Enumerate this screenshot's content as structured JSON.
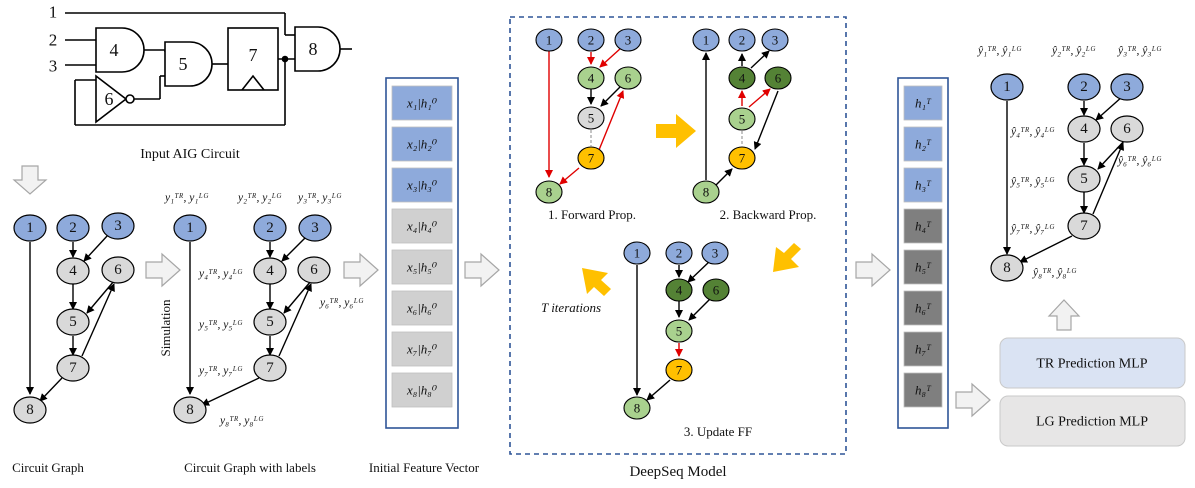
{
  "aig": {
    "inputs": [
      "1",
      "2",
      "3"
    ],
    "gates": [
      "4",
      "5",
      "6",
      "7",
      "8"
    ],
    "caption": "Input AIG Circuit"
  },
  "captions": {
    "circuit_graph": "Circuit Graph",
    "circuit_graph_labels": "Circuit Graph with labels",
    "initial_feature": "Initial Feature Vector",
    "deepseq_model": "DeepSeq Model",
    "simulation": "Simulation",
    "forward_prop": "1. Forward Prop.",
    "backward_prop": "2. Backward Prop.",
    "update_ff": "3. Update FF",
    "t_iterations": "T iterations"
  },
  "nodes": [
    "1",
    "2",
    "3",
    "4",
    "5",
    "6",
    "7",
    "8"
  ],
  "sim_labels": {
    "n1": "y₁ᵀᴿ, y₁ᴸᴳ",
    "n2": "y₂ᵀᴿ, y₂ᴸᴳ",
    "n3": "y₃ᵀᴿ, y₃ᴸᴳ",
    "n4": "y₄ᵀᴿ, y₄ᴸᴳ",
    "n5": "y₅ᵀᴿ, y₅ᴸᴳ",
    "n6": "y₆ᵀᴿ, y₆ᴸᴳ",
    "n7": "y₇ᵀᴿ, y₇ᴸᴳ",
    "n8": "y₈ᵀᴿ, y₈ᴸᴳ"
  },
  "pred_labels": {
    "n1": "ŷ₁ᵀᴿ, ŷ₁ᴸᴳ",
    "n2": "ŷ₂ᵀᴿ, ŷ₂ᴸᴳ",
    "n3": "ŷ₃ᵀᴿ, ŷ₃ᴸᴳ",
    "n4": "ŷ₄ᵀᴿ, ŷ₄ᴸᴳ",
    "n5": "ŷ₅ᵀᴿ, ŷ₅ᴸᴳ",
    "n6": "ŷ₆ᵀᴿ, ŷ₆ᴸᴳ",
    "n7": "ŷ₇ᵀᴿ, ŷ₇ᴸᴳ",
    "n8": "ŷ₈ᵀᴿ, ŷ₈ᴸᴳ"
  },
  "initial_features": [
    "x₁|h₁⁰",
    "x₂|h₂⁰",
    "x₃|h₃⁰",
    "x₄|h₄⁰",
    "x₅|h₅⁰",
    "x₆|h₆⁰",
    "x₇|h₇⁰",
    "x₈|h₈⁰"
  ],
  "final_features": [
    "h₁ᵀ",
    "h₂ᵀ",
    "h₃ᵀ",
    "h₄ᵀ",
    "h₅ᵀ",
    "h₆ᵀ",
    "h₇ᵀ",
    "h₈ᵀ"
  ],
  "mlp": {
    "tr": "TR Prediction MLP",
    "lg": "LG Prediction MLP"
  },
  "colors": {
    "input_blue": "#8eaadb",
    "gate_gray": "#d9d9d9",
    "ff_orange": "#ffc000",
    "light_green": "#a9d18e",
    "dark_green": "#548235",
    "feature_blue": "#8eaadb",
    "feature_gray": "#d0d0d0",
    "final_gray": "#7f7f7f",
    "arrow_red": "#e00000",
    "big_arrow": "#ffc000",
    "block_arrow": "#f2f2f2",
    "dashed_border": "#2f5597",
    "panel_border": "#2f5597",
    "mlp_blue": "#dae3f3",
    "mlp_gray": "#e7e6e6"
  }
}
